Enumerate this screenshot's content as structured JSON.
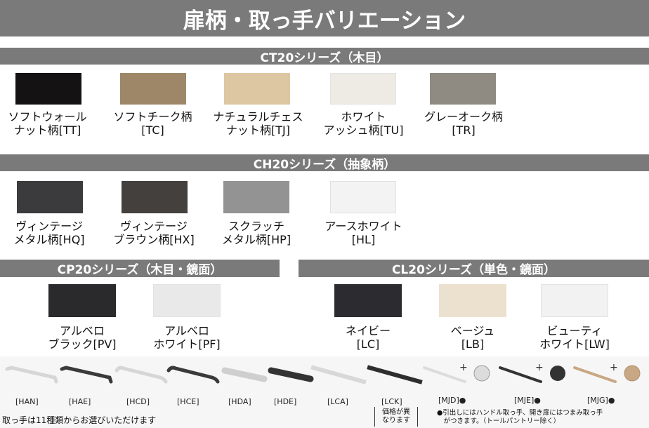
{
  "title": "扉柄・取っ手バリエーション",
  "sections": {
    "ct20": {
      "heading": "CT20シリーズ（木目）",
      "items": [
        {
          "label": "ソフトウォール\nナット柄[TT]",
          "color": "#141212"
        },
        {
          "label": "ソフトチーク柄\n[TC]",
          "color": "#9e8768"
        },
        {
          "label": "ナチュラルチェス\nナット柄[TJ]",
          "color": "#ddc6a2"
        },
        {
          "label": "ホワイト\nアッシュ柄[TU]",
          "color": "#eeebe4"
        },
        {
          "label": "グレーオーク柄\n[TR]",
          "color": "#8f8a82"
        }
      ]
    },
    "ch20": {
      "heading": "CH20シリーズ（抽象柄）",
      "items": [
        {
          "label": "ヴィンテージ\nメタル柄[HQ]",
          "color": "#3b3b3d"
        },
        {
          "label": "ヴィンテージ\nブラウン柄[HX]",
          "color": "#43403d"
        },
        {
          "label": "スクラッチ\nメタル柄[HP]",
          "color": "#939393"
        },
        {
          "label": "アースホワイト\n[HL]",
          "color": "#f3f3f3"
        }
      ]
    },
    "cp20": {
      "heading": "CP20シリーズ（木目・鏡面）",
      "items": [
        {
          "label": "アルベロ\nブラック[PV]",
          "color": "#2a2a2d"
        },
        {
          "label": "アルベロ\nホワイト[PF]",
          "color": "#e9e9e9"
        }
      ]
    },
    "cl20": {
      "heading": "CL20シリーズ（単色・鏡面）",
      "items": [
        {
          "label": "ネイビー\n[LC]",
          "color": "#2b2b30"
        },
        {
          "label": "ベージュ\n[LB]",
          "color": "#ece0ce"
        },
        {
          "label": "ビューティ\nホワイト[LW]",
          "color": "#f2f2f2"
        }
      ]
    }
  },
  "handles": [
    {
      "code": "[HAN]",
      "color": "#d6d6d6"
    },
    {
      "code": "[HAE]",
      "color": "#3a3a3a"
    },
    {
      "code": "[HCD]",
      "color": "#d6d6d6"
    },
    {
      "code": "[HCE]",
      "color": "#3a3a3a"
    },
    {
      "code": "[HDA]",
      "color": "#cfcfcf"
    },
    {
      "code": "[HDE]",
      "color": "#333333"
    },
    {
      "code": "[LCA]",
      "color": "#d8d8d8"
    },
    {
      "code": "[LCK]",
      "color": "#2e2e2e"
    },
    {
      "code": "[MJD]",
      "color": "#dcdcdc",
      "bullet": "●"
    },
    {
      "code": "[MJE]",
      "color": "#333333",
      "bullet": "●"
    },
    {
      "code": "[MJG]",
      "color": "#c8a884",
      "bullet": "●"
    }
  ],
  "lck_note": "価格が異\nなります",
  "footnote_left": "取っ手は11種類からお選びいただけます",
  "footnote_right": "●引出しにはハンドル取っ手、開き扉にはつまみ取っ手\n　がつきます。（トールパントリー除く）"
}
